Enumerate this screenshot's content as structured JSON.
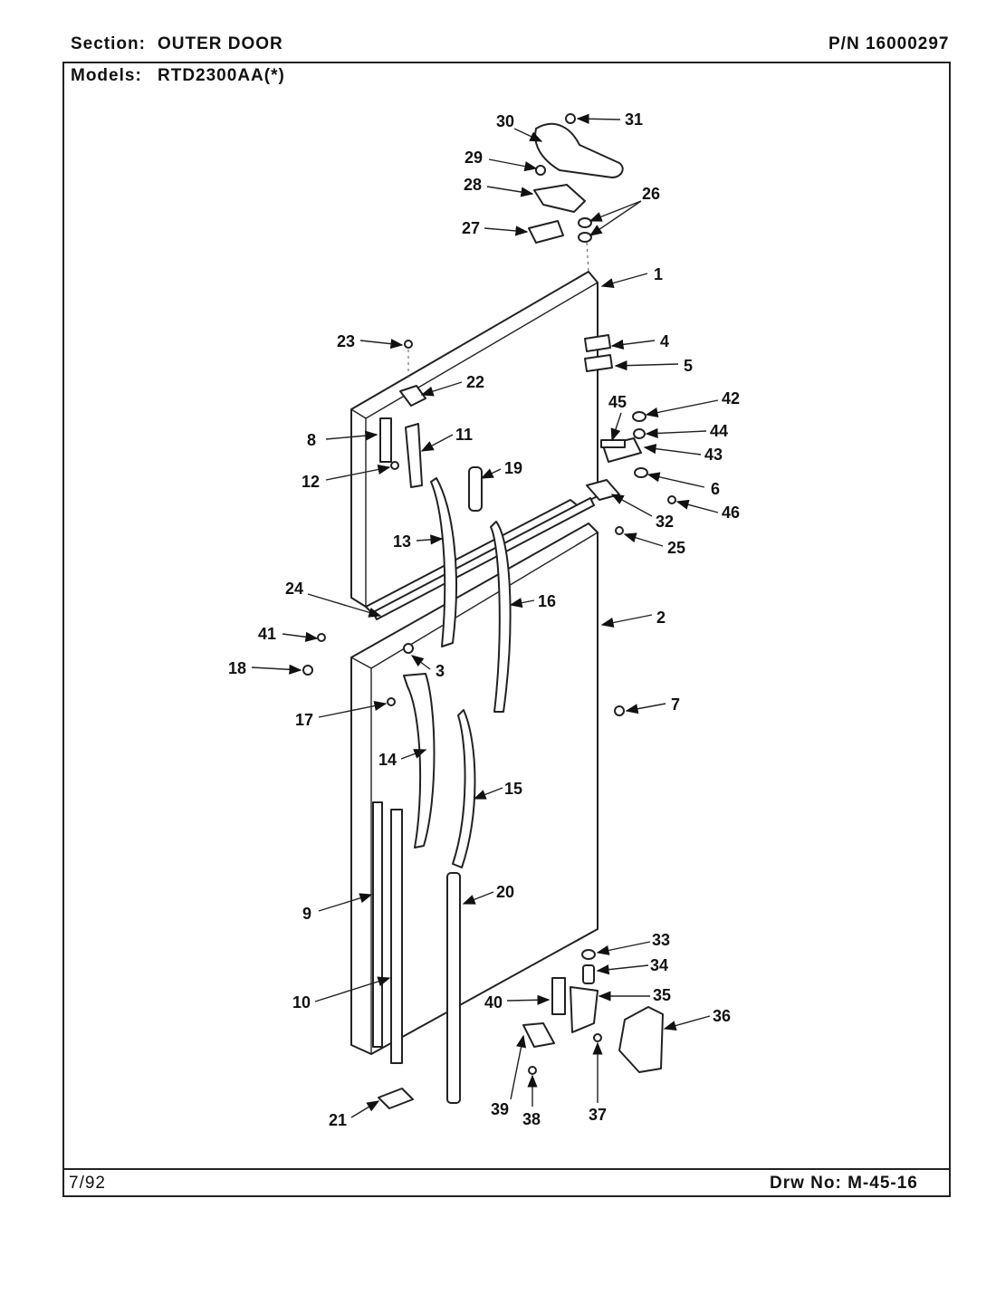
{
  "header": {
    "section_label": "Section:",
    "section_value": "OUTER DOOR",
    "part_number": "P/N 16000297",
    "models_label": "Models:",
    "models_value": "RTD2300AA(*)"
  },
  "footer": {
    "date": "7/92",
    "drawing_no": "Drw No: M-45-16"
  },
  "callouts": [
    "1",
    "2",
    "3",
    "4",
    "5",
    "6",
    "7",
    "8",
    "9",
    "10",
    "11",
    "12",
    "13",
    "14",
    "15",
    "16",
    "17",
    "18",
    "19",
    "20",
    "21",
    "22",
    "23",
    "24",
    "25",
    "26",
    "27",
    "28",
    "29",
    "30",
    "31",
    "32",
    "33",
    "34",
    "35",
    "36",
    "37",
    "38",
    "39",
    "40",
    "41",
    "42",
    "43",
    "44",
    "45",
    "46"
  ]
}
